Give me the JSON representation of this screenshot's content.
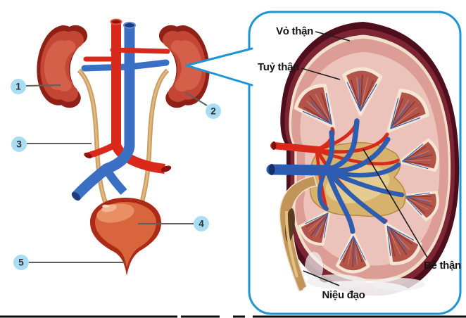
{
  "overview": {
    "badges": [
      {
        "number": "1"
      },
      {
        "number": "2"
      },
      {
        "number": "3"
      },
      {
        "number": "4"
      },
      {
        "number": "5"
      }
    ]
  },
  "detail": {
    "labels": [
      {
        "id": "renal-cortex",
        "text": "Vỏ thận"
      },
      {
        "id": "renal-medulla",
        "text": "Tuỷ thận"
      },
      {
        "id": "renal-pelvis",
        "text": "Bể thận"
      },
      {
        "id": "urethra",
        "text": "Niệu đạo"
      }
    ]
  },
  "colors": {
    "callout_border": "#1b95d5",
    "badge_fill": "#a8ddf4",
    "badge_text": "#2e2e2e",
    "leader_gray": "#5f5f5f",
    "label_text": "#151515",
    "artery_red": "#d8291a",
    "vein_blue": "#3a6fc4",
    "ureter_tan": "#c9995f",
    "kidney_red": "#c44736",
    "kidney_outline": "#8e2016",
    "bladder_orange": "#d8653c",
    "capsule_maroon": "#4f0e1b",
    "cortex_pink": "#dd9d97",
    "medulla_red": "#b2544a",
    "pelvis_tan": "#d7b26c"
  }
}
